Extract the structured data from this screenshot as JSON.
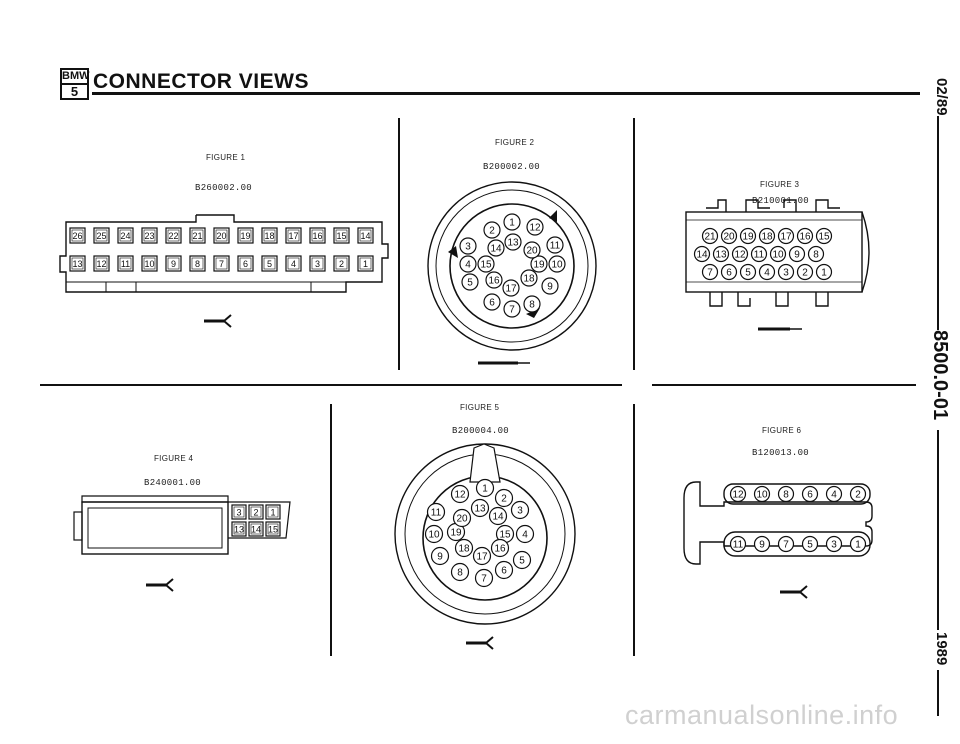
{
  "header": {
    "logo_top": "BMW",
    "logo_bottom": "5",
    "title": "CONNECTOR VIEWS"
  },
  "side_margin": {
    "date": "02/89",
    "section": "8500.0-01",
    "year": "1989"
  },
  "figures": [
    {
      "label": "FIGURE 1",
      "code": "B260002.00",
      "pins_top": [
        "26",
        "25",
        "24",
        "23",
        "22",
        "21",
        "20",
        "19",
        "18",
        "17",
        "16",
        "15",
        "14"
      ],
      "pins_bottom": [
        "13",
        "12",
        "11",
        "10",
        "9",
        "8",
        "7",
        "6",
        "5",
        "4",
        "3",
        "2",
        "1"
      ]
    },
    {
      "label": "FIGURE 2",
      "code": "B200002.00",
      "pins": [
        "1",
        "2",
        "3",
        "4",
        "5",
        "6",
        "7",
        "8",
        "9",
        "10",
        "11",
        "12",
        "13",
        "14",
        "15",
        "16",
        "17",
        "18",
        "19",
        "20"
      ]
    },
    {
      "label": "FIGURE 3",
      "code": "B210001.00",
      "rows": [
        [
          "21",
          "20",
          "19",
          "18",
          "17",
          "16",
          "15"
        ],
        [
          "14",
          "13",
          "12",
          "11",
          "10",
          "9",
          "8"
        ],
        [
          "7",
          "6",
          "5",
          "4",
          "3",
          "2",
          "1"
        ]
      ]
    },
    {
      "label": "FIGURE 4",
      "code": "B240001.00",
      "pins_top": [
        "3",
        "2",
        "1"
      ],
      "pins_bottom": [
        "13",
        "14",
        "15"
      ]
    },
    {
      "label": "FIGURE 5",
      "code": "B200004.00",
      "pins": [
        "1",
        "2",
        "3",
        "4",
        "5",
        "6",
        "7",
        "8",
        "9",
        "10",
        "11",
        "12",
        "13",
        "14",
        "15",
        "16",
        "17",
        "18",
        "19",
        "20"
      ]
    },
    {
      "label": "FIGURE 6",
      "code": "B120013.00",
      "pins_top": [
        "12",
        "10",
        "8",
        "6",
        "4",
        "2"
      ],
      "pins_bottom": [
        "11",
        "9",
        "7",
        "5",
        "3",
        "1"
      ]
    }
  ],
  "watermark": "carmanualsonline.info",
  "colors": {
    "ink": "#111111",
    "page": "#ffffff",
    "watermark": "#d0d0d0"
  }
}
